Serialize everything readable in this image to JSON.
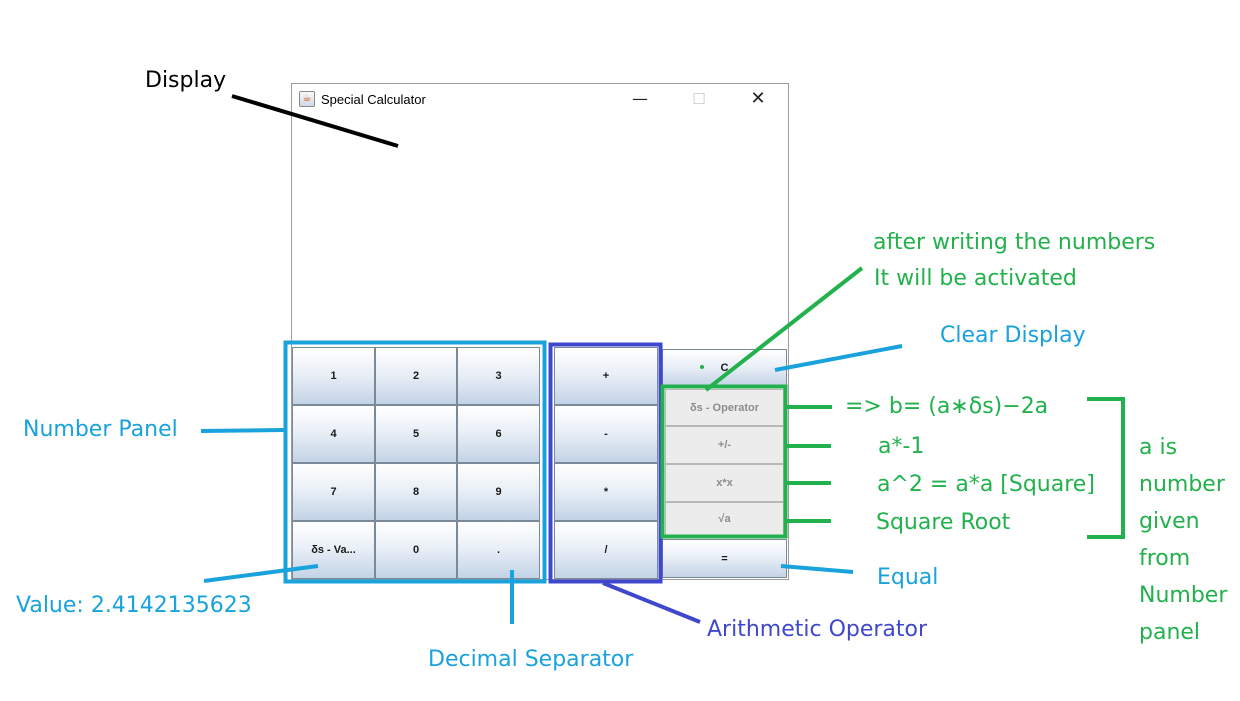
{
  "window": {
    "title": "Special Calculator",
    "buttons": {
      "minimize": "—",
      "maximize": "☐",
      "close": "✕"
    }
  },
  "keys": {
    "number_panel": [
      "1",
      "2",
      "3",
      "4",
      "5",
      "6",
      "7",
      "8",
      "9",
      "δs - Va...",
      "0",
      "."
    ],
    "arithmetic": [
      "+",
      "-",
      "*",
      "/"
    ],
    "clear": "C",
    "special": [
      "δs - Operator",
      "+/-",
      "x*x",
      "√a"
    ],
    "equal": "="
  },
  "annotations": {
    "display": "Display",
    "activation_line1": "after writing the numbers",
    "activation_line2": "It will be activated",
    "clear_display": "Clear Display",
    "number_panel": "Number Panel",
    "formula_ds": "=> b= (a∗δs)−2a",
    "formula_neg": "a*-1",
    "formula_square": "a^2 = a*a [Square]",
    "formula_sqrt": "Square Root",
    "a_is": "a is number given from Number panel",
    "value": "Value: 2.4142135623",
    "equal": "Equal",
    "arithmetic_operator": "Arithmetic Operator",
    "decimal_separator": "Decimal Separator"
  },
  "colors": {
    "blue": "#19a2dc",
    "green": "#22b14c",
    "purple": "#3f48cc",
    "black": "#000000"
  }
}
